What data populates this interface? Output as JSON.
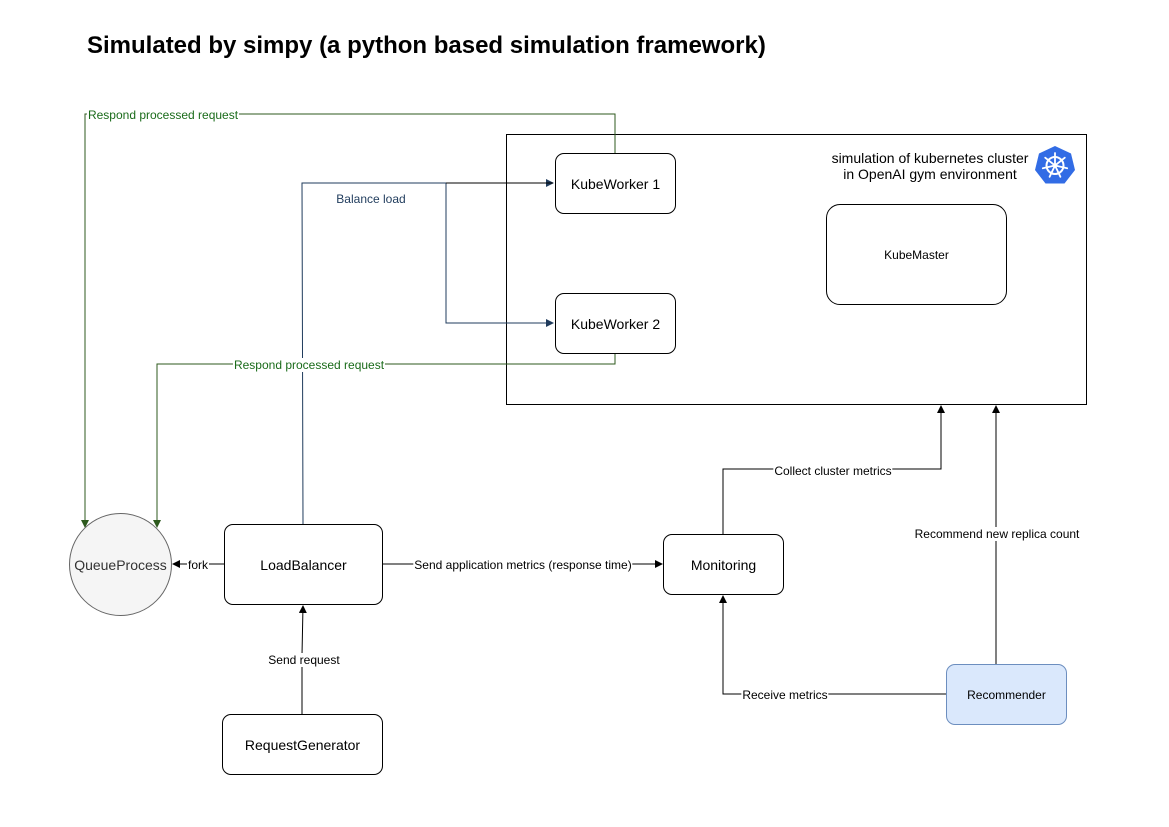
{
  "title": "Simulated by simpy (a python based simulation framework)",
  "cluster": {
    "label_line1": "simulation of kubernetes cluster",
    "label_line2": "in OpenAI gym environment",
    "icon": "kubernetes-icon",
    "icon_color": "#326ce5"
  },
  "nodes": {
    "kubeworker1": "KubeWorker 1",
    "kubeworker2": "KubeWorker 2",
    "kubemaster": "KubeMaster",
    "queueprocess": "QueueProcess",
    "loadbalancer": "LoadBalancer",
    "monitoring": "Monitoring",
    "requestgenerator": "RequestGenerator",
    "recommender": "Recommender"
  },
  "edges": {
    "respond_top": "Respond processed request",
    "respond_mid": "Respond processed request",
    "balance_load": "Balance load",
    "fork": "fork",
    "send_app_metrics": "Send application metrics (response time)",
    "collect_metrics": "Collect cluster metrics",
    "recommend_replicas": "Recommend new replica count",
    "send_request": "Send request",
    "receive_metrics": "Receive metrics"
  },
  "colors": {
    "green_edge": "#2d5a1e",
    "blue_edge": "#1f3b5c",
    "recommender_fill": "#dae8fc",
    "recommender_border": "#6c8ebf"
  }
}
